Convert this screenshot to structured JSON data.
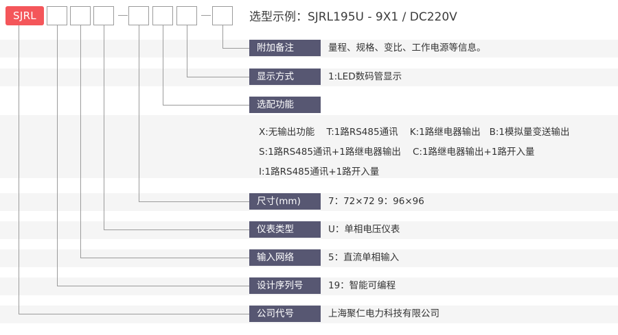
{
  "model_code": {
    "brand_label": "SJRL",
    "box_count": 7,
    "separator": "—"
  },
  "title": "选型示例：SJRL195U - 9X1 / DC220V",
  "colors": {
    "brand_red": "#f4565a",
    "chip_purple": "#575772",
    "strip_gray": "#f5f5f5",
    "line_gray": "#9a9a9a",
    "text_dark": "#333333"
  },
  "rows": [
    {
      "label": "附加备注",
      "value": "量程、规格、变比、工作电源等信息。"
    },
    {
      "label": "显示方式",
      "value": "1:LED数码管显示"
    },
    {
      "label": "选配功能",
      "value": ""
    },
    {
      "label": "尺寸(mm)",
      "value": "7：72×72    9：96×96"
    },
    {
      "label": "仪表类型",
      "value": "U：单相电压仪表"
    },
    {
      "label": "输入网络",
      "value": "5：直流单相输入"
    },
    {
      "label": "设计序列号",
      "value": "19：智能可编程"
    },
    {
      "label": "公司代号",
      "value": "上海聚仁电力科技有限公司"
    }
  ],
  "optional_functions": [
    "X:无输出功能    T:1路RS485通讯    K:1路继电器输出   B:1模拟量变送输出",
    "S:1路RS485通讯+1路继电器输出    C:1路继电器输出+1路开入量",
    "I:1路RS485通讯+1路开入量"
  ]
}
